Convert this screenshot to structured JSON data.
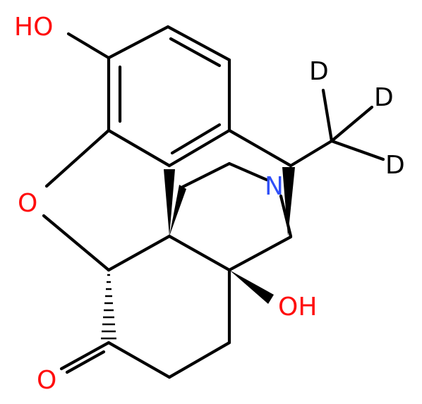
{
  "colors": {
    "bond": "#000000",
    "oxygen": "#ff0d0d",
    "nitrogen": "#3050f8",
    "deuterium": "#000000"
  },
  "labels": {
    "oh_top": "HO",
    "o_ring": "O",
    "n": "N",
    "d1": "D",
    "d2": "D",
    "d3": "D",
    "oh_mid": "OH",
    "o_ketone": "O"
  }
}
